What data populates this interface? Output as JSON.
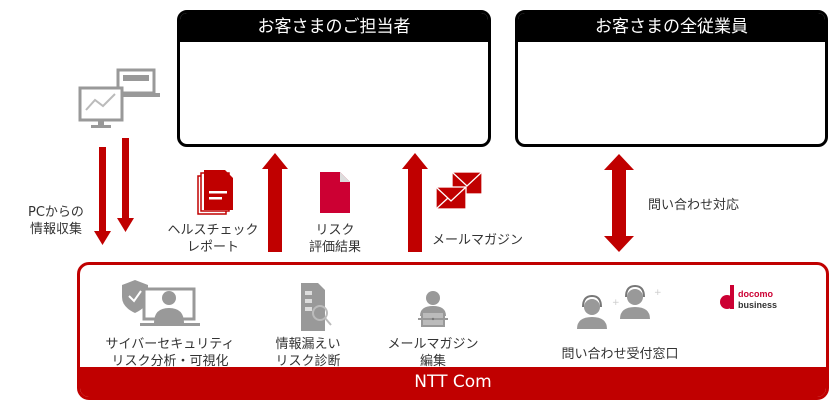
{
  "boxes": {
    "customer_contact": {
      "title": "お客さまのご担当者"
    },
    "all_employees": {
      "title": "お客さまの全従業員"
    }
  },
  "flows": {
    "pc_collection": [
      "PCからの",
      "情報収集"
    ],
    "health_check": [
      "ヘルスチェック",
      "レポート"
    ],
    "risk_result": [
      "リスク",
      "評価結果"
    ],
    "mail_magazine": "メールマガジン",
    "inquiry_response": "問い合わせ対応"
  },
  "provider": {
    "name": "NTT Com",
    "logo_text": [
      "docomo",
      "business"
    ],
    "services": [
      {
        "lines": [
          "サイバーセキュリティ",
          "リスク分析・可視化"
        ],
        "icon": "shield-monitor-person-icon"
      },
      {
        "lines": [
          "情報漏えい",
          "リスク診断"
        ],
        "icon": "report-magnifier-icon"
      },
      {
        "lines": [
          "メールマガジン",
          "編集"
        ],
        "icon": "person-laptop-icon"
      },
      {
        "lines": [
          "問い合わせ受付窓口"
        ],
        "icon": "headset-operators-icon"
      }
    ]
  },
  "colors": {
    "accent": "#c00000",
    "header": "#000000",
    "icon_gray": "#999999"
  }
}
